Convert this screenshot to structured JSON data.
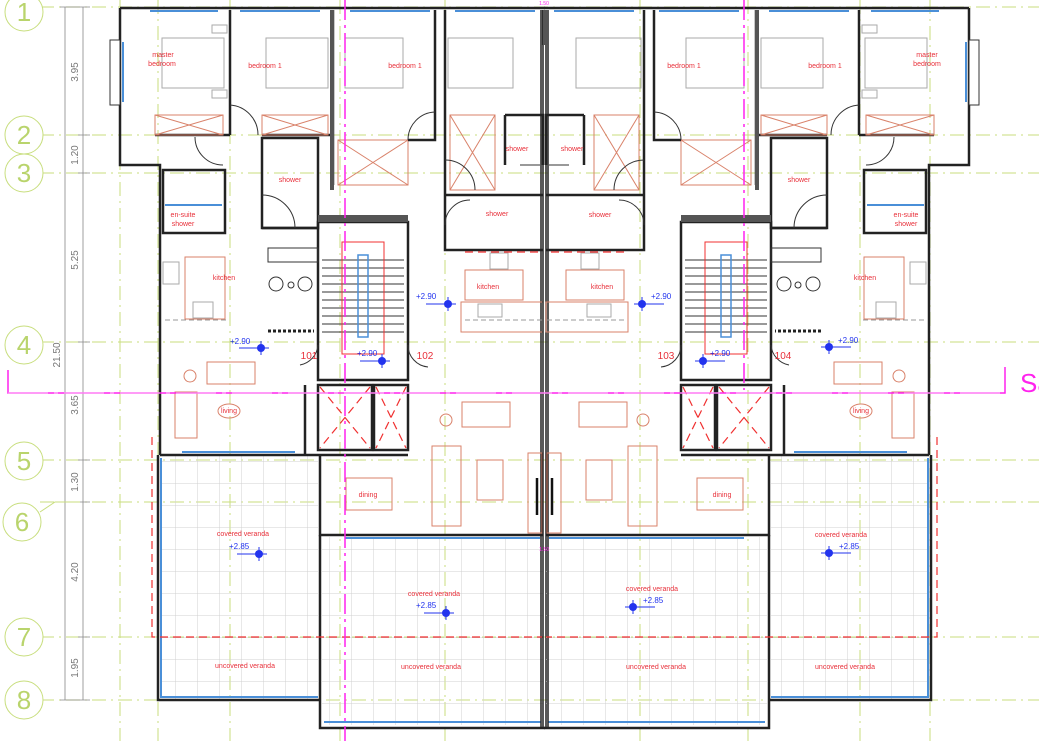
{
  "grid_axes": [
    "1",
    "2",
    "3",
    "4",
    "5",
    "6",
    "7",
    "8"
  ],
  "dimensions": {
    "d1": "3.95",
    "d2": "1.20",
    "d3": "5.25",
    "total": "21.50",
    "d4": "3.65",
    "d5": "1.30",
    "d6": "4.20",
    "d7": "1.95"
  },
  "section_marker": "Sa",
  "small_dimension": "1.50",
  "units": [
    "101",
    "102",
    "103",
    "104"
  ],
  "rooms": {
    "master_1": "master",
    "master_2": "bedroom",
    "bedroom": "bedroom 1",
    "shower": "shower",
    "ensuite_1": "en-suite",
    "ensuite_2": "shower",
    "kitchen": "kitchen",
    "living": "living",
    "dining": "dining",
    "covered": "covered veranda",
    "uncovered": "uncovered veranda"
  },
  "levels": {
    "interior": "+2.90",
    "veranda": "+2.85"
  },
  "colors": {
    "grid": "#b9d46c",
    "labels": "#e8303a",
    "levels": "#2233ee",
    "section": "#ff22ee",
    "windows": "#4a8fd8"
  }
}
